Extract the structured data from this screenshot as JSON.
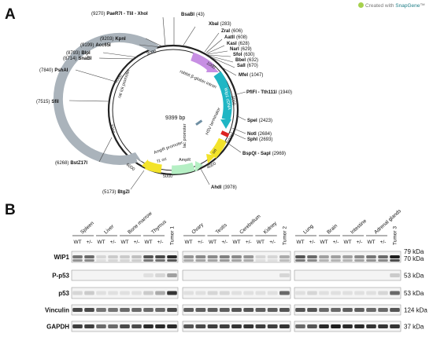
{
  "panelA": {
    "letter": "A",
    "credit_prefix": "Created with ",
    "credit_brand": "SnapGene",
    "bp": "9399 bp",
    "ticks": [
      "1000",
      "2000",
      "3000",
      "4000",
      "5000",
      "6000",
      "7000",
      "8000",
      "9000"
    ],
    "features": {
      "rabbit": "rabbit β-globin intron",
      "wip1": "Wip1 cDNA",
      "hsv": "HSV terminator",
      "ori": "ori",
      "ampr": "AmpR",
      "amppromoter": "AmpR promoter",
      "f1": "f1 ori",
      "lac": "lac promoter",
      "lck": "rat lck promoter"
    },
    "sites": [
      {
        "name": "BsaBI",
        "pos": "(43)"
      },
      {
        "name": "XbaI",
        "pos": "(283)"
      },
      {
        "name": "ZraI",
        "pos": "(606)"
      },
      {
        "name": "AatII",
        "pos": "(608)"
      },
      {
        "name": "KasI",
        "pos": "(628)"
      },
      {
        "name": "NarI",
        "pos": "(629)"
      },
      {
        "name": "SfoI",
        "pos": "(630)"
      },
      {
        "name": "BbeI",
        "pos": "(632)"
      },
      {
        "name": "SalI",
        "pos": "(670)"
      },
      {
        "name": "MfeI",
        "pos": "(1047)"
      },
      {
        "name": "PflFI - Tth111I",
        "pos": "(1940)"
      },
      {
        "name": "SpeI",
        "pos": "(2423)"
      },
      {
        "name": "NotI",
        "pos": "(2684)"
      },
      {
        "name": "SphI",
        "pos": "(2693)"
      },
      {
        "name": "BspQI - SapI",
        "pos": "(2969)"
      },
      {
        "name": "AhdI",
        "pos": "(3978)"
      },
      {
        "name": "BtgZI",
        "pos": "(5173)"
      },
      {
        "name": "BstZ17I",
        "pos": "(6268)"
      },
      {
        "name": "SfiI",
        "pos": "(7515)"
      },
      {
        "name": "PshAI",
        "pos": "(7840)"
      },
      {
        "name": "SnaBI",
        "pos": "(8714)"
      },
      {
        "name": "BlpI",
        "pos": "(8793)"
      },
      {
        "name": "Acc65I",
        "pos": "(9199)"
      },
      {
        "name": "KpnI",
        "pos": "(9203)"
      },
      {
        "name": "PaeR7I - TliI - XhoI",
        "pos": "(9270)"
      }
    ]
  },
  "panelB": {
    "letter": "B",
    "groups": [
      {
        "tissues": [
          "Spleen",
          "Liver",
          "Bone marrow",
          "Thymus"
        ],
        "tumor": "Tumor 1"
      },
      {
        "tissues": [
          "Ovary",
          "Testis",
          "Cerebellum",
          "Kidney"
        ],
        "tumor": "Tumor 2"
      },
      {
        "tissues": [
          "Lung",
          "Brain",
          "Intestine",
          "Adrenal glands"
        ],
        "tumor": "Tumor 3"
      }
    ],
    "genotypes": [
      "WT",
      "+/-"
    ],
    "rows": [
      {
        "label": "WIP1",
        "kda": [
          "79 kDa",
          "70 kDa"
        ]
      },
      {
        "label": "P-p53",
        "kda": [
          "53 kDa"
        ]
      },
      {
        "label": "p53",
        "kda": [
          "53 kDa"
        ]
      },
      {
        "label": "Vinculin",
        "kda": [
          "124 kDa"
        ]
      },
      {
        "label": "GAPDH",
        "kda": [
          "37 kDa"
        ]
      }
    ]
  }
}
